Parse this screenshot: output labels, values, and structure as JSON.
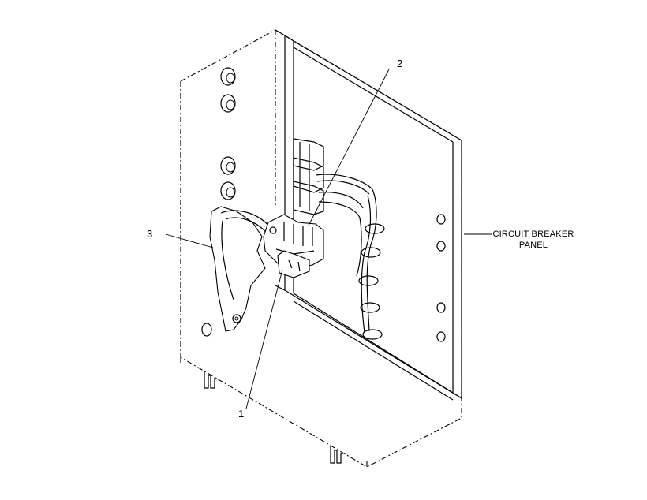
{
  "callouts": {
    "one": "1",
    "two": "2",
    "three": "3"
  },
  "panel_label": {
    "line1": "CIRCUIT BREAKER",
    "line2": "PANEL"
  },
  "colors": {
    "ink": "#000000",
    "background": "#ffffff"
  }
}
